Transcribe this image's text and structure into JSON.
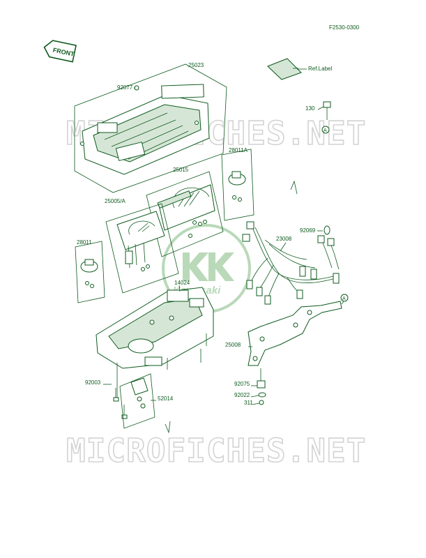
{
  "figure_code": "F2530-0300",
  "front_tag": "FRONT",
  "watermark": "MICROFICHES.NET",
  "logo_text": "Kawasaki",
  "callouts": {
    "p25023": "25023",
    "p92077": "92077",
    "ref_label": "Ref.Label",
    "p130": "130",
    "p28011A": "28011A",
    "p25015": "25015",
    "p25005A": "25005/A",
    "p92069": "92069",
    "p23008": "23008",
    "p28011": "28011",
    "p14024": "14024",
    "p25008": "25008",
    "p92003": "92003",
    "p52014": "52014",
    "p92075": "92075",
    "p92022": "92022",
    "p311": "311",
    "marker_a": "A",
    "marker_a2": "A"
  },
  "colors": {
    "line": "#0c5a1c",
    "watermark_stroke": "#d3d3d3",
    "logo": "#b9d9b9"
  }
}
